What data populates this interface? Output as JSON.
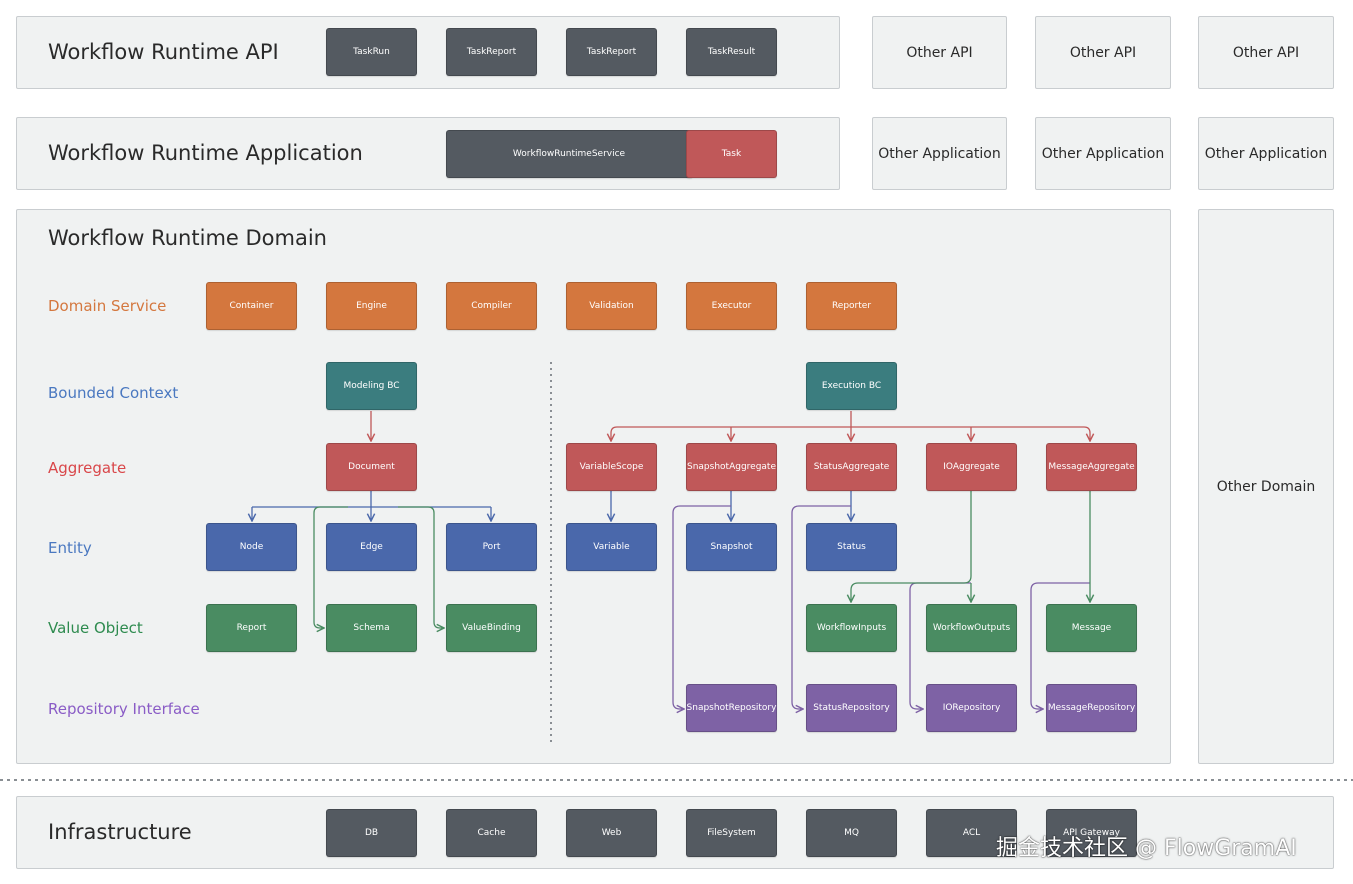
{
  "api": {
    "title": "Workflow Runtime API",
    "items": [
      "TaskRun",
      "TaskReport",
      "TaskReport",
      "TaskResult"
    ]
  },
  "application": {
    "title": "Workflow Runtime Application",
    "service": "WorkflowRuntimeService",
    "task": "Task"
  },
  "domain": {
    "title": "Workflow Runtime Domain"
  },
  "row_labels": {
    "domain_service": "Domain Service",
    "bounded_context": "Bounded Context",
    "aggregate": "Aggregate",
    "entity": "Entity",
    "value_object": "Value Object",
    "repository_interface": "Repository Interface"
  },
  "domain_services": [
    "Container",
    "Engine",
    "Compiler",
    "Validation",
    "Executor",
    "Reporter"
  ],
  "modeling": {
    "bc": "Modeling BC",
    "aggregate": "Document",
    "entities": [
      "Node",
      "Edge",
      "Port"
    ],
    "value_objects": [
      "Report",
      "Schema",
      "ValueBinding"
    ]
  },
  "execution": {
    "bc": "Execution BC",
    "aggregates": [
      "VariableScope",
      "SnapshotAggregate",
      "StatusAggregate",
      "IOAggregate",
      "MessageAggregate"
    ],
    "entities": [
      "Variable",
      "Snapshot",
      "Status"
    ],
    "value_objects": [
      "WorkflowInputs",
      "WorkflowOutputs",
      "Message"
    ],
    "repositories": [
      "SnapshotRepository",
      "StatusRepository",
      "IORepository",
      "MessageRepository"
    ]
  },
  "other": {
    "api": [
      "Other API",
      "Other API",
      "Other API"
    ],
    "application": [
      "Other Application",
      "Other Application",
      "Other Application"
    ],
    "domain": "Other Domain"
  },
  "infrastructure": {
    "title": "Infrastructure",
    "items": [
      "DB",
      "Cache",
      "Web",
      "FileSystem",
      "MQ",
      "ACL",
      "API Gateway"
    ]
  },
  "watermark": "掘金技术社区 @ FlowGramAI",
  "colors": {
    "service": "#d4773e",
    "bounded_context": "#3b7d7f",
    "aggregate": "#c05859",
    "entity": "#4a68ab",
    "value_object": "#4a8c62",
    "repository": "#7e62a5",
    "dark": "#545a61",
    "label_service": "#d4773e",
    "label_bc": "#4a78c0",
    "label_aggregate": "#d9474a",
    "label_entity": "#4a78c0",
    "label_vo": "#2e8b4f",
    "label_repo": "#8a5cc6"
  }
}
